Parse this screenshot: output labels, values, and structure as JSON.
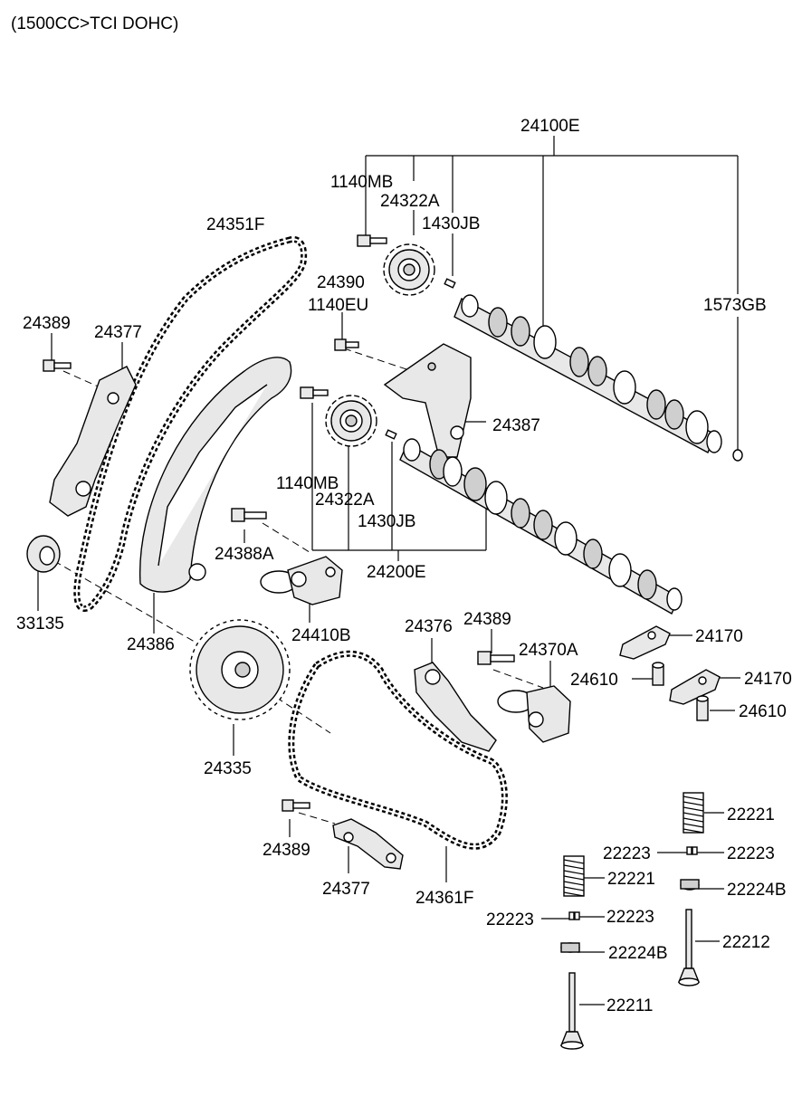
{
  "header": "(1500CC>TCI DOHC)",
  "parts": {
    "p24100E": "24100E",
    "p1140MB_top": "1140MB",
    "p24322A_top": "24322A",
    "p1430JB_top": "1430JB",
    "p24351F": "24351F",
    "p24390": "24390",
    "p1140EU": "1140EU",
    "p1573GB": "1573GB",
    "p24389_left": "24389",
    "p24377_left": "24377",
    "p24387": "24387",
    "p1140MB_mid": "1140MB",
    "p24322A_mid": "24322A",
    "p1430JB_mid": "1430JB",
    "p24388A": "24388A",
    "p24200E": "24200E",
    "p33135": "33135",
    "p24386": "24386",
    "p24410B": "24410B",
    "p24376": "24376",
    "p24389_mid": "24389",
    "p24370A": "24370A",
    "p24170_a": "24170",
    "p24610_a": "24610",
    "p24170_b": "24170",
    "p24610_b": "24610",
    "p24335": "24335",
    "p22221_a": "22221",
    "p22223_a": "22223",
    "p22223_b": "22223",
    "p24389_bot": "24389",
    "p22221_b": "22221",
    "p22224B_a": "22224B",
    "p24377_bot": "24377",
    "p24361F": "24361F",
    "p22223_c": "22223",
    "p22223_d": "22223",
    "p22212": "22212",
    "p22224B_b": "22224B",
    "p22211": "22211"
  }
}
